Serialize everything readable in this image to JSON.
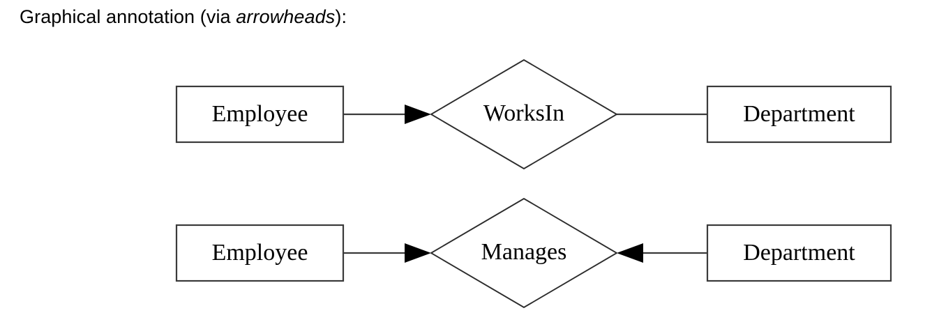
{
  "caption": {
    "lead": "Graphical annotation (via ",
    "emphasis": "arrowheads",
    "tail": "):"
  },
  "theme": {
    "background": "#ffffff",
    "stroke": "#3a3a3a",
    "diamond_stroke": "#2c2c2c",
    "arrow_fill": "#000000",
    "text": "#000000"
  },
  "diagram": {
    "type": "entity-relationship",
    "notation": "arrowhead cardinality annotation",
    "rows": [
      {
        "id": "works-in",
        "left_entity": "Employee",
        "relationship": "WorksIn",
        "right_entity": "Department",
        "left_arrow": true,
        "right_arrow": false,
        "cardinality": "many-to-one"
      },
      {
        "id": "manages",
        "left_entity": "Employee",
        "relationship": "Manages",
        "right_entity": "Department",
        "left_arrow": true,
        "right_arrow": true,
        "cardinality": "one-to-one"
      }
    ]
  }
}
